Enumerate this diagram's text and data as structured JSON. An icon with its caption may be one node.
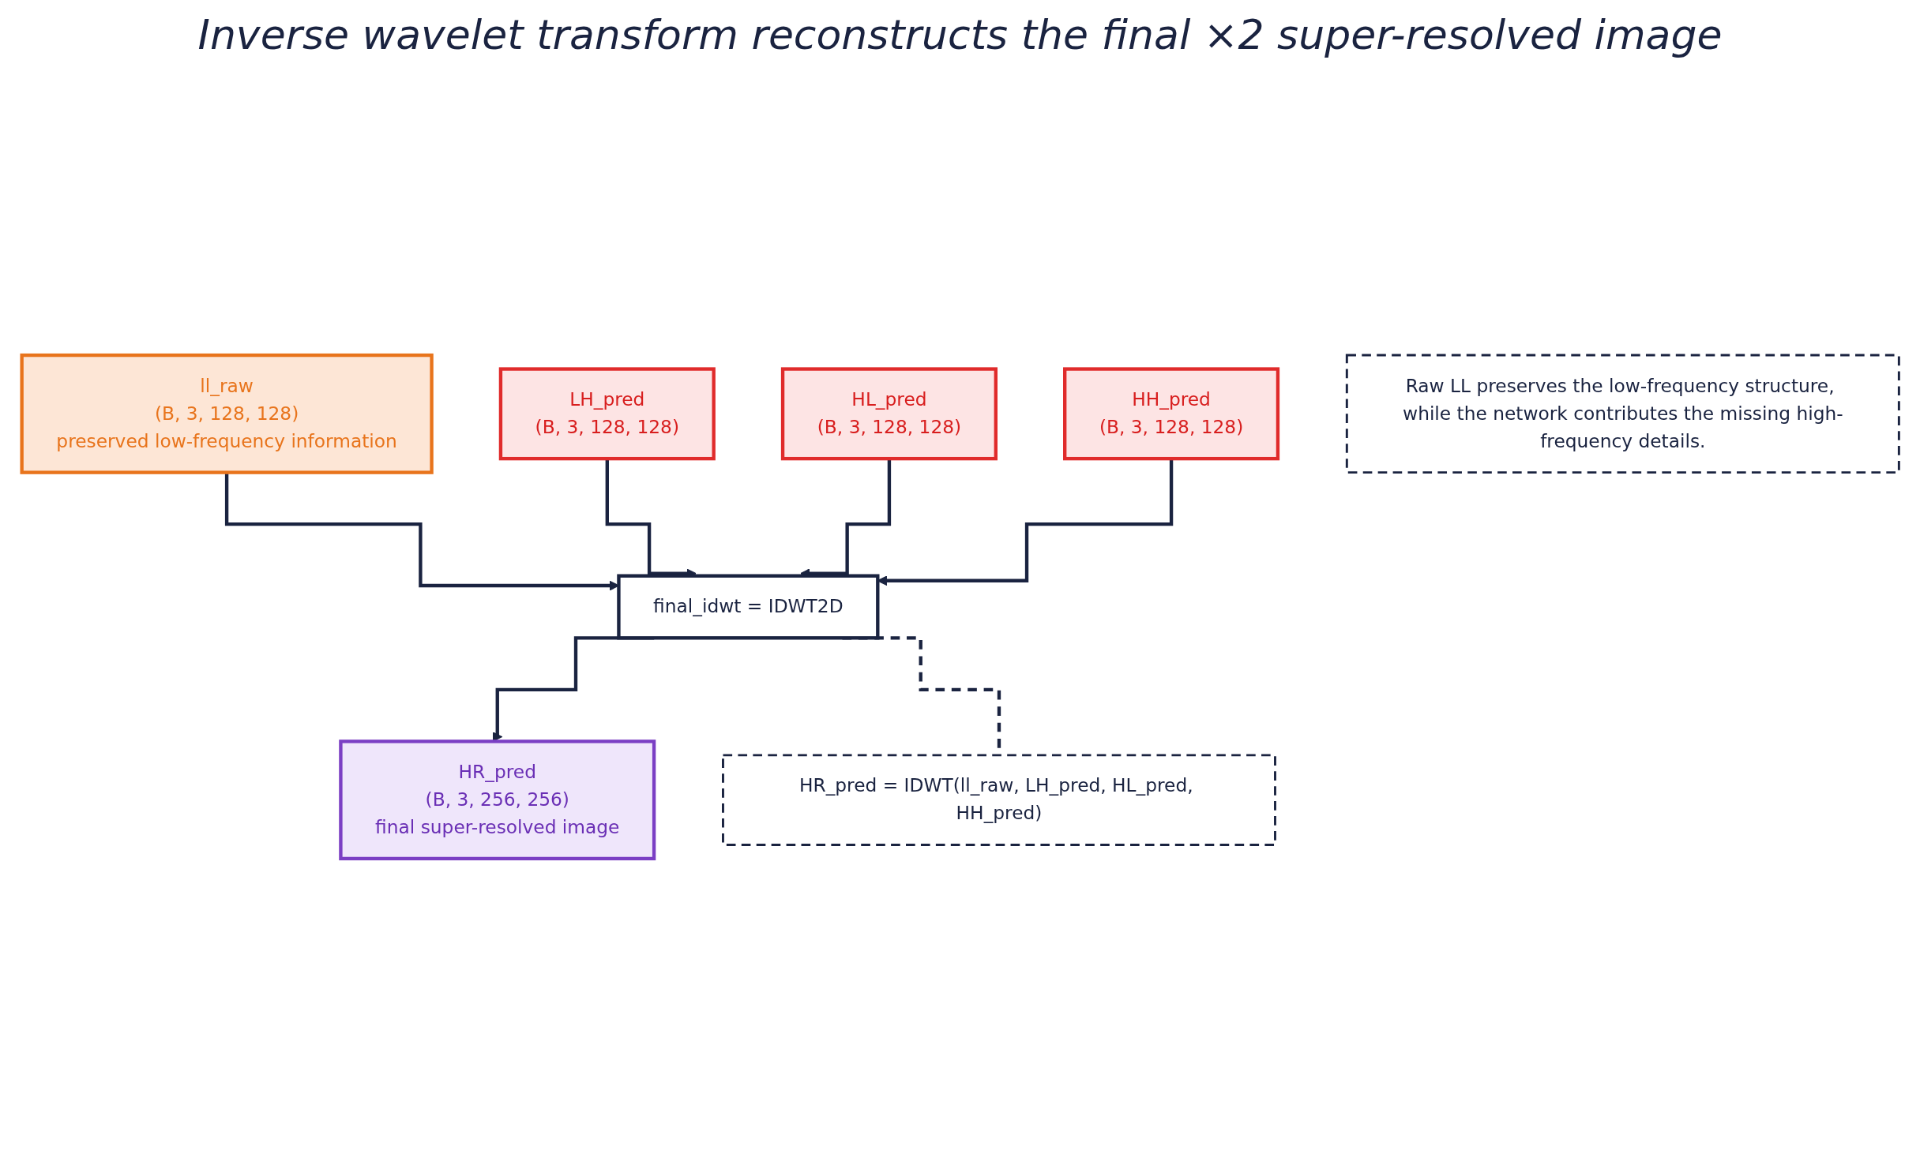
{
  "diagram": {
    "title": "Inverse wavelet transform reconstructs the final ×2 super-resolved image",
    "nodes": [
      {
        "text": [
          "ll_raw",
          "(B, 3, 128, 128)",
          "preserved low-frequency information"
        ]
      },
      {
        "text": [
          "LH_pred",
          "(B, 3, 128, 128)"
        ]
      },
      {
        "text": [
          "HL_pred",
          "(B, 3, 128, 128)"
        ]
      },
      {
        "text": [
          "HH_pred",
          "(B, 3, 128, 128)"
        ]
      },
      {
        "text": [
          "final_idwt = IDWT2D"
        ]
      },
      {
        "text": [
          "HR_pred",
          "(B, 3, 256, 256)",
          "final super-resolved image"
        ]
      },
      {
        "text": [
          "HR_pred = IDWT(ll_raw, LH_pred, HL_pred, HH_pred)"
        ]
      },
      {
        "text": [
          "Raw LL preserves the low-frequency structure, while the network contributes the missing high-frequency details."
        ]
      }
    ],
    "edges": [
      {
        "from": 0,
        "to": 4,
        "arrow": "to"
      },
      {
        "from": 1,
        "to": 4,
        "arrow": "to"
      },
      {
        "from": 2,
        "to": 4,
        "arrow": "to"
      },
      {
        "from": 3,
        "to": 4,
        "arrow": "to"
      },
      {
        "from": 4,
        "to": 5,
        "arrow": "to"
      },
      {
        "from": 4,
        "to": 6,
        "arrow": "none",
        "style": "dashed"
      }
    ]
  }
}
